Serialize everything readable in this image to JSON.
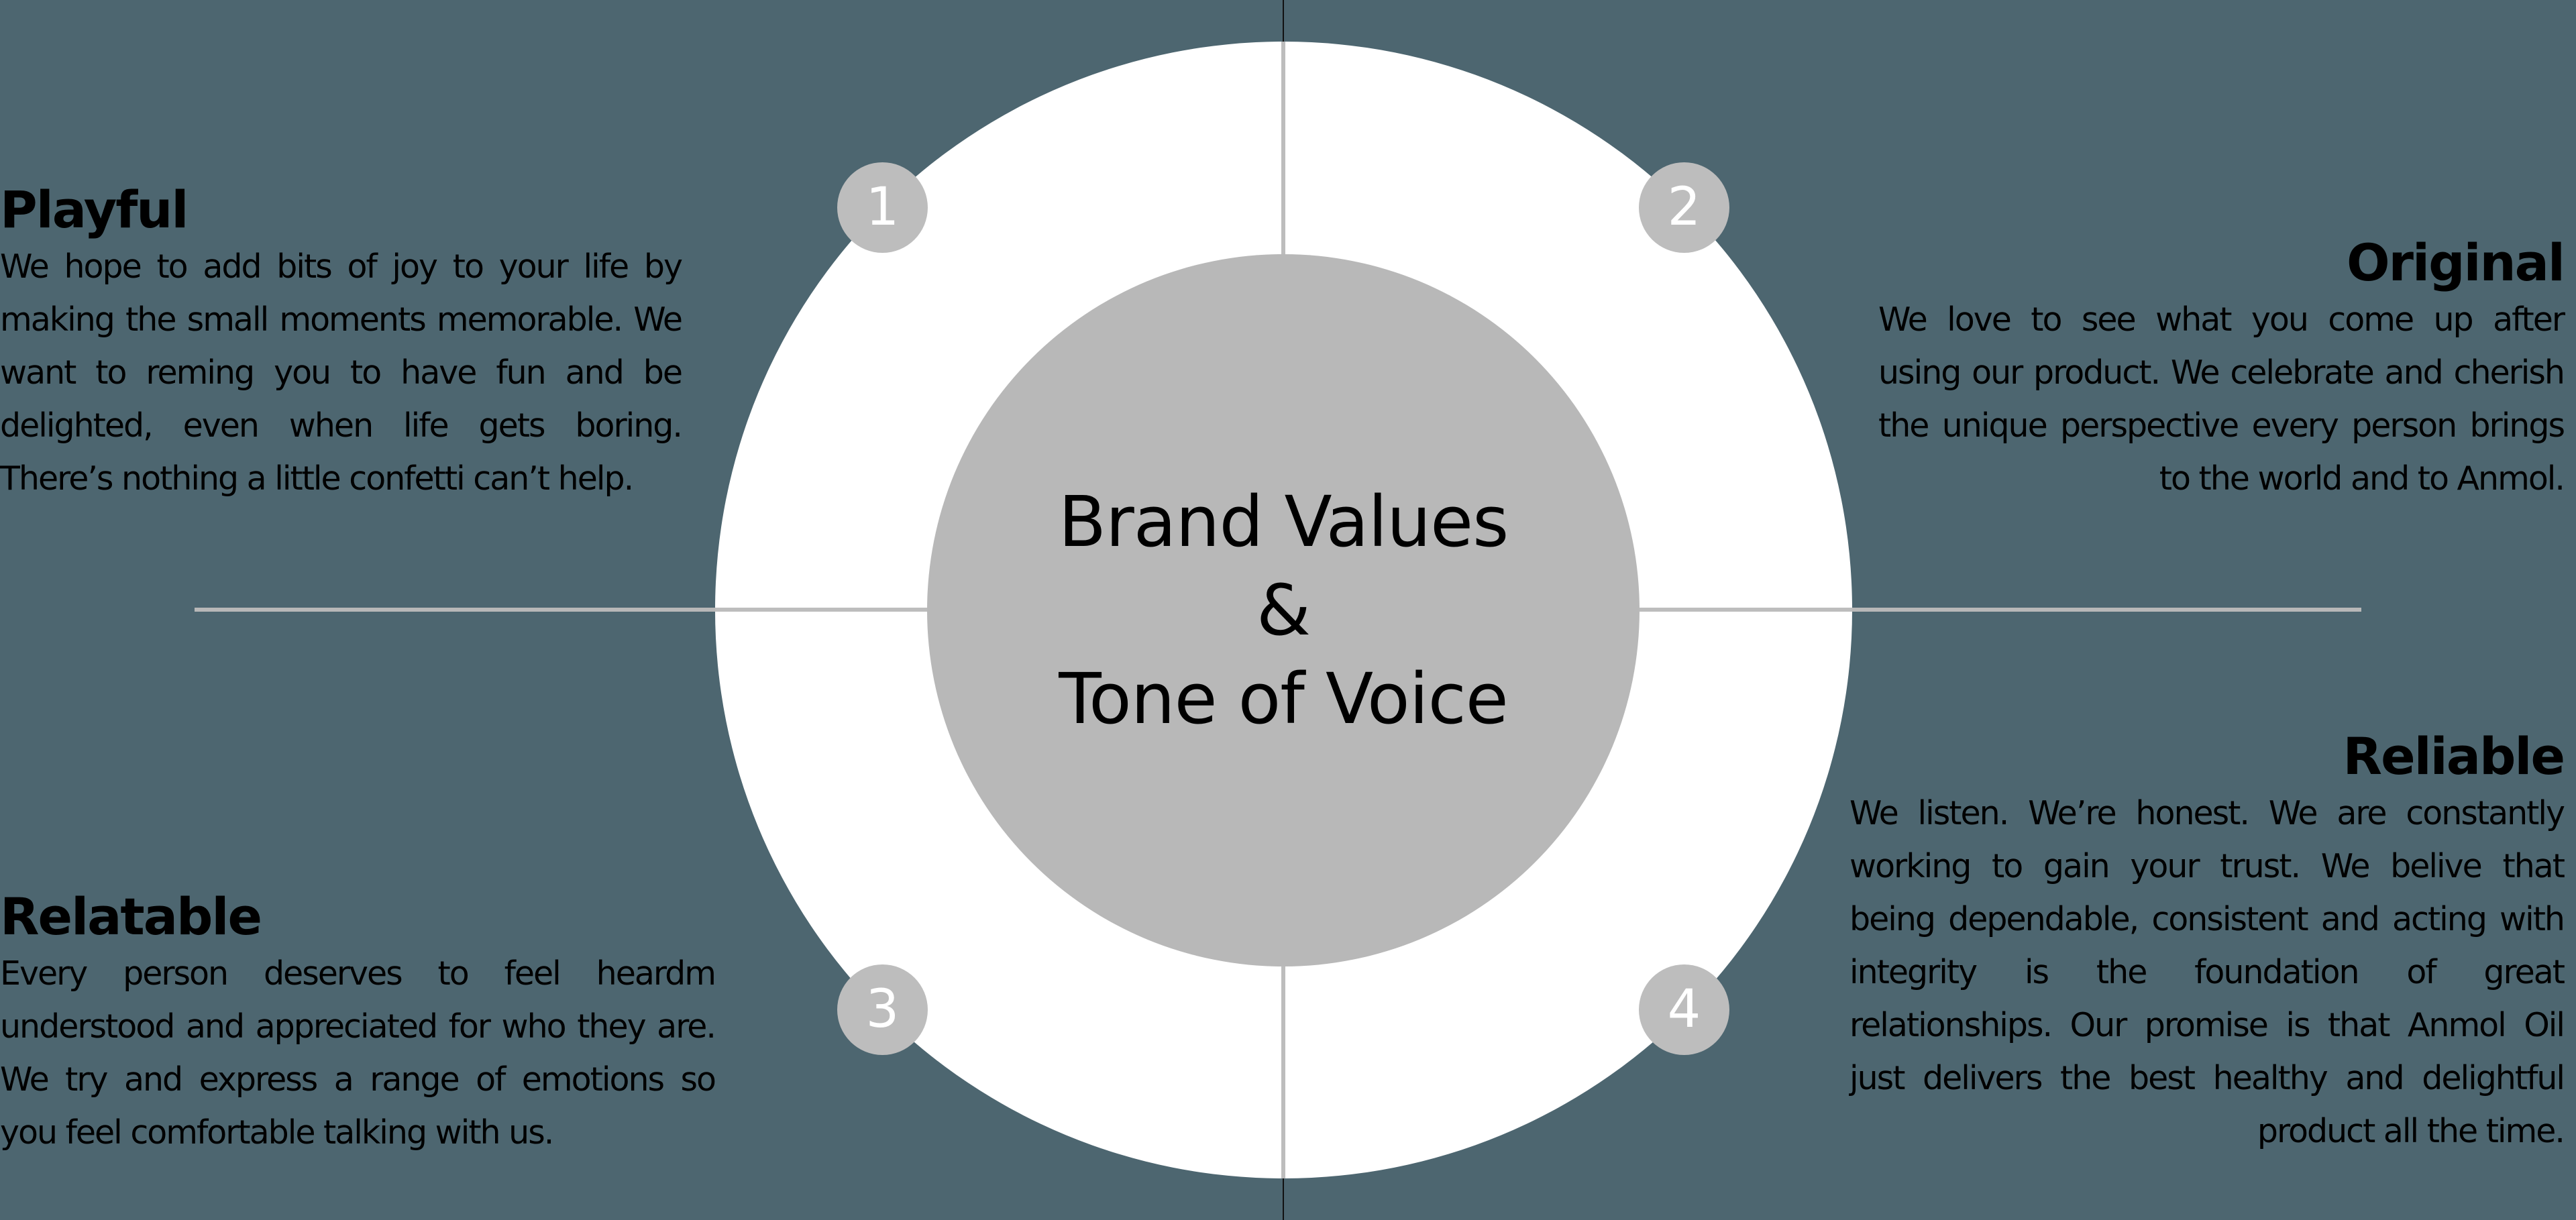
{
  "diagram": {
    "title_lines": [
      "Brand Values",
      "&",
      "Tone of Voice"
    ],
    "colors": {
      "background": "#4d6670",
      "outer_ring": "#ffffff",
      "inner_circle": "#b8b8b8",
      "badge": "#bdbdbd",
      "badge_text": "#ffffff",
      "text": "#000000"
    },
    "values": [
      {
        "number": "1",
        "title": "Playful",
        "body": "We hope to add bits of joy to your life by making the small moments memorable. We want to reming you to have fun and be delighted, even when life gets boring. There’s nothing a little confetti can’t help.",
        "position": "top-left"
      },
      {
        "number": "2",
        "title": "Original",
        "body": "We love to see what you come up after using our product. We celebrate and cherish the unique perspective every person brings to the world and to Anmol.",
        "position": "top-right"
      },
      {
        "number": "3",
        "title": "Relatable",
        "body": "Every person deserves to feel heardm understood and appreciated for who they are. We try and express a range of emotions so you feel comfortable talking with us.",
        "position": "bottom-left"
      },
      {
        "number": "4",
        "title": "Reliable",
        "body": "We listen. We’re honest. We are constantly working to gain your trust. We belive that being dependable, consistent and acting with integrity is the foundation of great relationships. Our promise is that Anmol Oil just delivers the best healthy and delightful product all the time.",
        "position": "bottom-right"
      }
    ]
  }
}
